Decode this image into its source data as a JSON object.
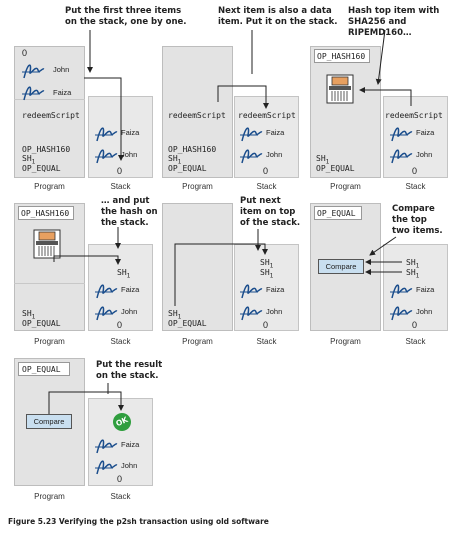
{
  "annotations": {
    "p1": [
      "Put the first three items",
      "on the stack, one by one."
    ],
    "p2": [
      "Next item is also a data",
      "item. Put it on the stack."
    ],
    "p3": [
      "Hash top item with",
      "SHA256 and RIPEMD160…"
    ],
    "p4": [
      "… and put",
      "the hash on",
      "the stack."
    ],
    "p5": [
      "Put next",
      "item on top",
      "of the stack."
    ],
    "p6": [
      "Compare",
      "the top",
      "two items."
    ],
    "p7": [
      "Put the result",
      "on the stack."
    ]
  },
  "items": {
    "zero": "0",
    "john": "John",
    "faiza": "Faiza",
    "redeem": "redeemScript",
    "hash160": "OP_HASH160",
    "equal": "OP_EQUAL",
    "sh": "SH",
    "sub": "1",
    "compare": "Compare",
    "ok": "OK"
  },
  "labels": {
    "program": "Program",
    "stack": "Stack"
  },
  "caption": "Figure 5.23   Verifying the p2sh transaction using old software"
}
